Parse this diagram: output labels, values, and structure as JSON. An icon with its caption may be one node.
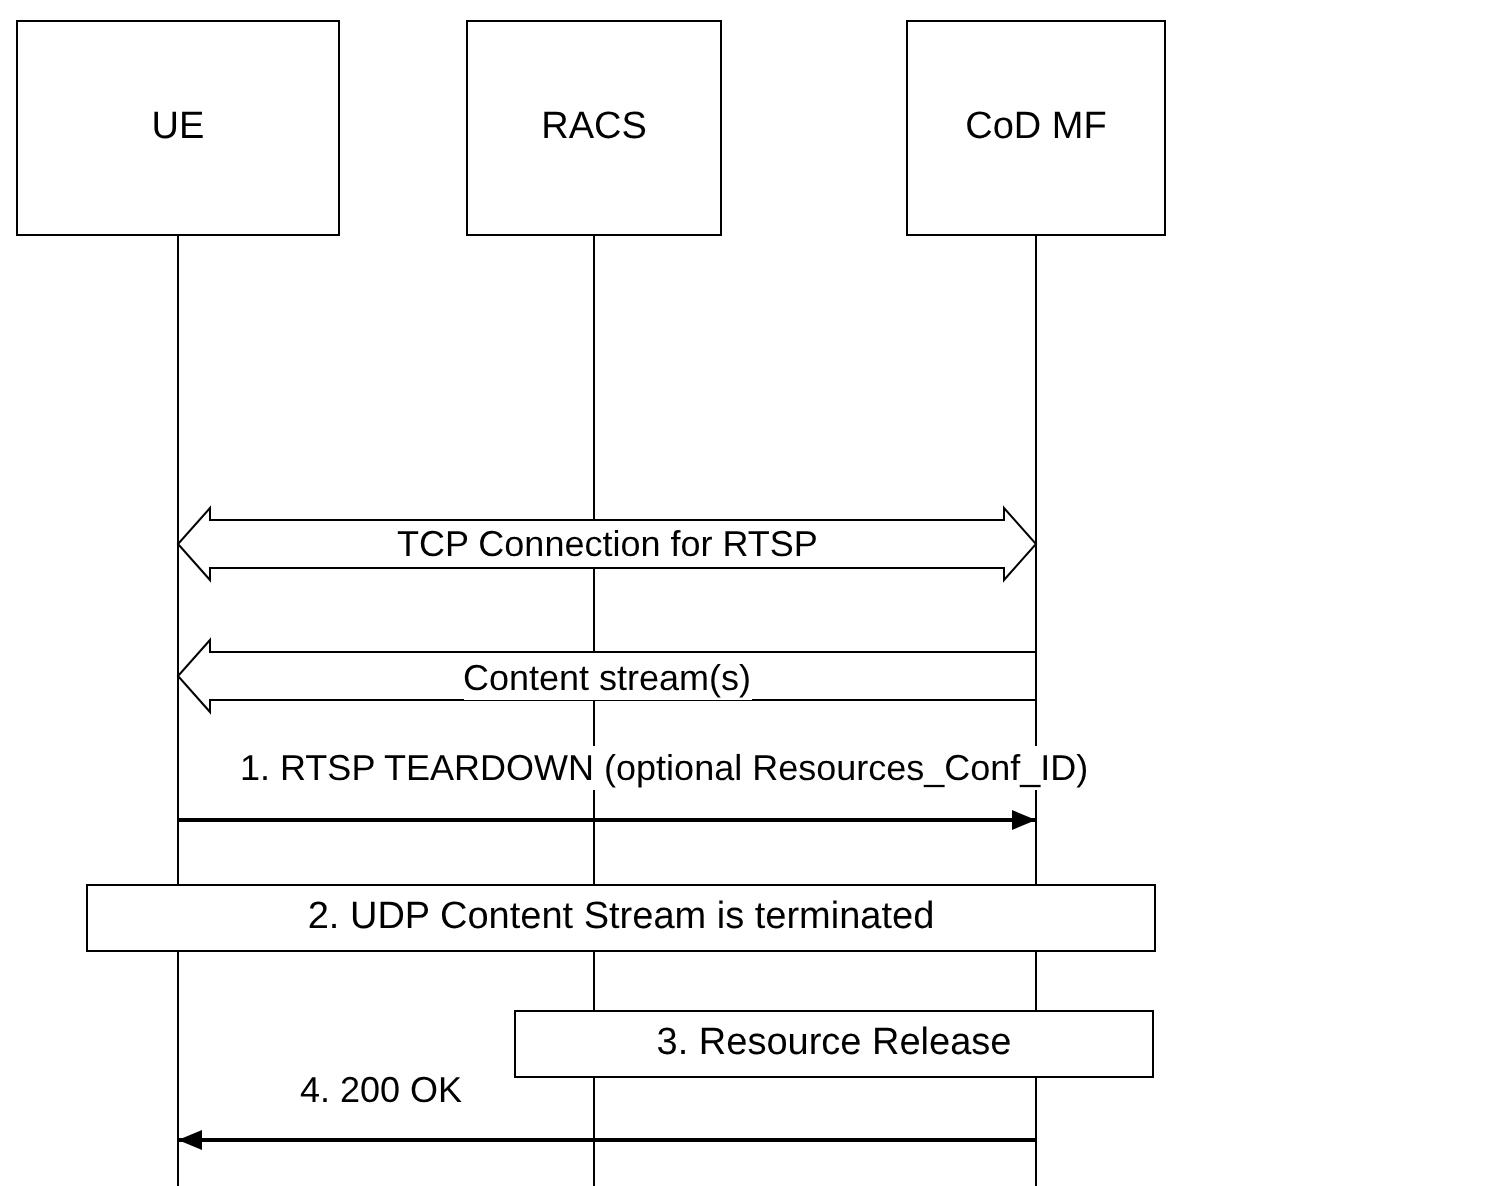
{
  "diagram": {
    "nodes": [
      {
        "text": [
          "UE"
        ]
      },
      {
        "text": [
          "RACS"
        ]
      },
      {
        "text": [
          "CoD MF"
        ]
      },
      {
        "text": [
          "2. UDP Content Stream is terminated"
        ]
      },
      {
        "text": [
          "3. Resource Release"
        ]
      }
    ],
    "edges": [
      {
        "from": 0,
        "to": 2,
        "arrow": "both",
        "label": "TCP Connection for RTSP"
      },
      {
        "from": 2,
        "to": 0,
        "arrow": "to",
        "label": "Content stream(s)"
      },
      {
        "from": 0,
        "to": 2,
        "arrow": "to",
        "label": "1. RTSP TEARDOWN (optional Resources_Conf_ID)"
      },
      {
        "from": 2,
        "to": 0,
        "arrow": "to",
        "label": "4. 200 OK"
      }
    ]
  }
}
